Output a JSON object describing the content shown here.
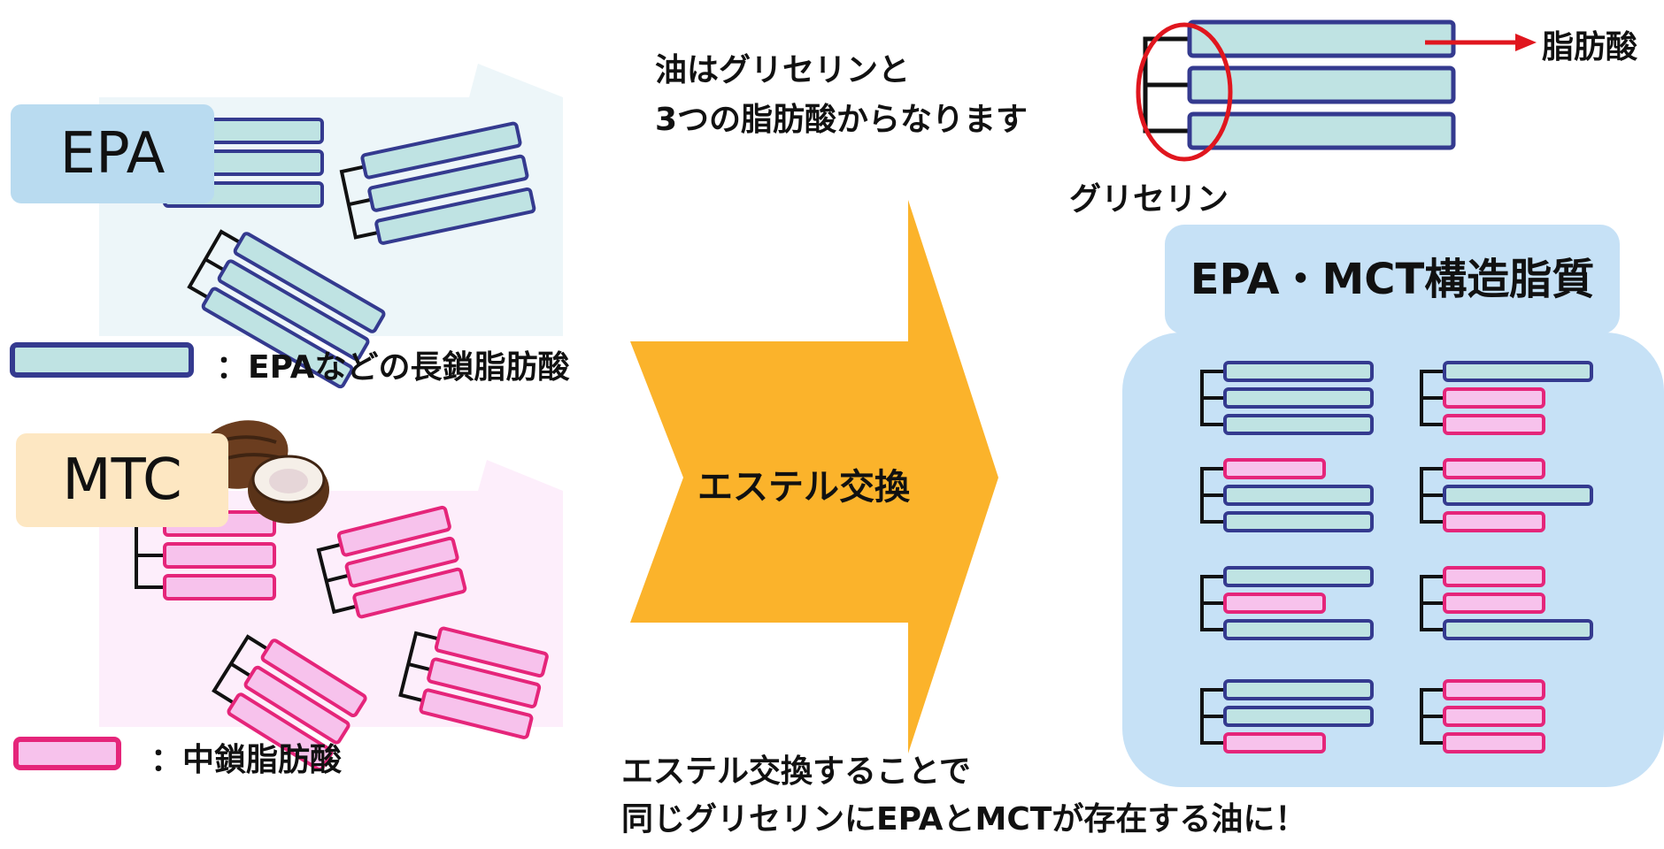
{
  "top": {
    "intro_line1": "油はグリセリンと",
    "intro_line2": "3つの脂肪酸からなります",
    "fatty_acid_label": "脂肪酸",
    "glycerin_label": "グリセリン"
  },
  "epa_panel": {
    "label": "EPA",
    "legend": "：EPAなどの長鎖脂肪酸"
  },
  "mtc_panel": {
    "label": "MTC",
    "legend": "：中鎖脂肪酸"
  },
  "arrow": {
    "label": "エステル交換"
  },
  "result": {
    "title": "EPA・MCT構造脂質"
  },
  "bottom": {
    "line1": "エステル交換することで",
    "line2": "同じグリセリンにEPAとMCTが存在する油に！"
  },
  "colors": {
    "long_chain_fill": "#bfe3e3",
    "long_chain_stroke": "#343a8f",
    "medium_chain_fill": "#f7c2ec",
    "medium_chain_stroke": "#e5257a",
    "arrow": "#fbb32b",
    "result_panel": "#c6e1f6",
    "highlight_ring": "#e0161e"
  },
  "structured_lipids": [
    [
      "long",
      "long",
      "long"
    ],
    [
      "long",
      "medium",
      "medium"
    ],
    [
      "medium",
      "long",
      "long"
    ],
    [
      "medium",
      "long",
      "medium"
    ],
    [
      "long",
      "medium",
      "long"
    ],
    [
      "medium",
      "medium",
      "long"
    ],
    [
      "long",
      "long",
      "medium"
    ],
    [
      "medium",
      "medium",
      "medium"
    ]
  ]
}
